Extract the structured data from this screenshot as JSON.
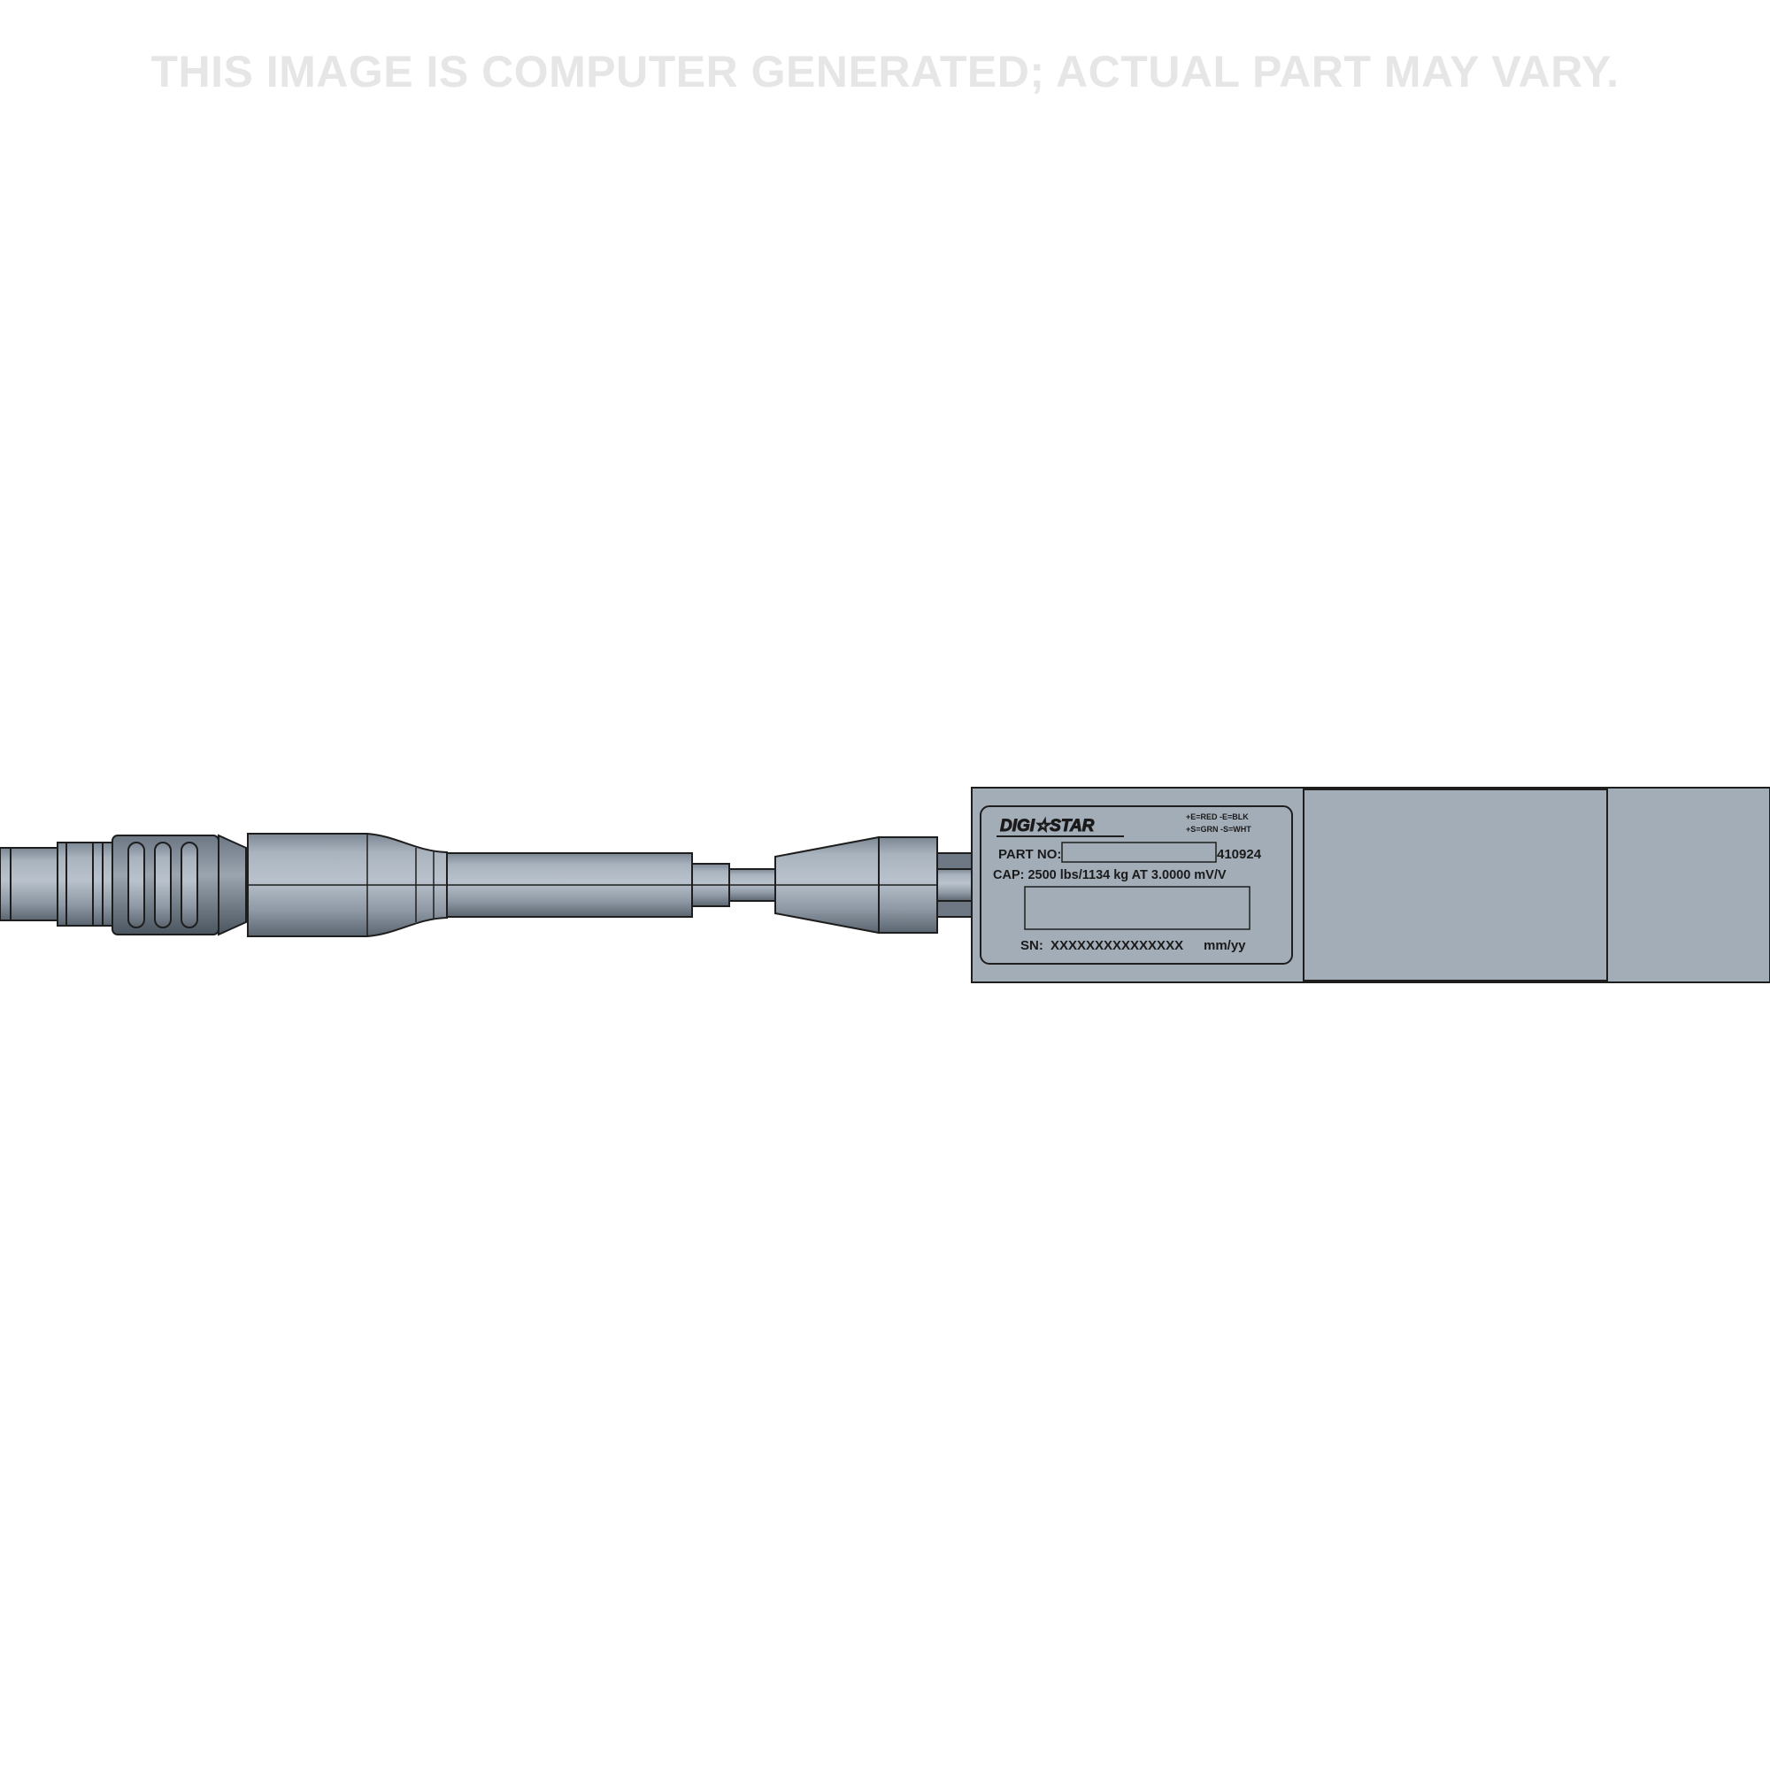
{
  "disclaimer": "THIS IMAGE IS COMPUTER GENERATED; ACTUAL PART MAY VARY.",
  "label": {
    "brand": "DIGI☆STAR",
    "wiring_line1": "+E=RED -E=BLK",
    "wiring_line2": "+S=GRN -S=WHT",
    "part_no_label": "PART NO:",
    "part_no_value": "410924",
    "capacity": "CAP: 2500 lbs/1134 kg AT 3.0000  mV/V",
    "sn_label": "SN:",
    "sn_value": "XXXXXXXXXXXXXXX",
    "date_code": "mm/yy"
  },
  "colors": {
    "body": "#a3adb8",
    "cable_light": "#aeb8c3",
    "cable_dark": "#5f6a76",
    "outline": "#1e1e1e"
  }
}
